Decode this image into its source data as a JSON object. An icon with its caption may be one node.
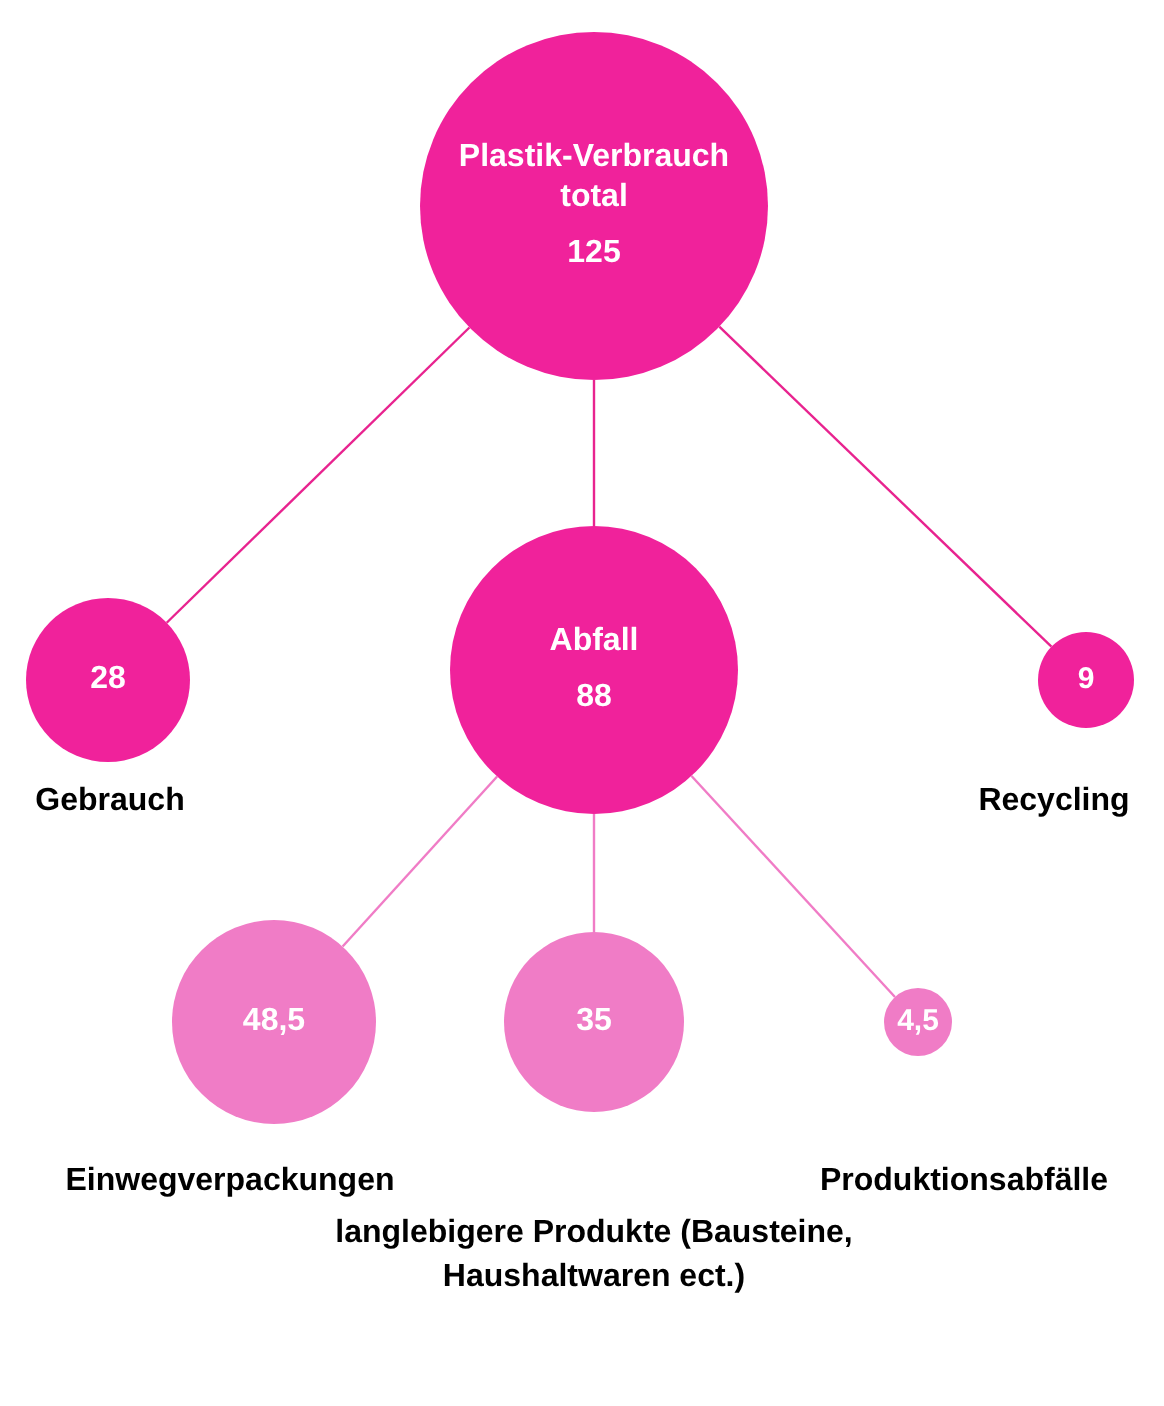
{
  "diagram": {
    "nodes": [
      {
        "text": [
          "Plastik-Verbrauch total",
          "125"
        ]
      },
      {
        "text": [
          "28"
        ],
        "beside": [
          "Gebrauch"
        ]
      },
      {
        "text": [
          "Abfall",
          "88"
        ]
      },
      {
        "text": [
          "9"
        ],
        "beside": [
          "Recycling"
        ]
      },
      {
        "text": [
          "48,5"
        ],
        "beside": [
          "Einwegverpackungen"
        ]
      },
      {
        "text": [
          "35"
        ],
        "beside": [
          "langlebigere Produkte (Bausteine, Haushaltwaren ect.)"
        ]
      },
      {
        "text": [
          "4,5"
        ],
        "beside": [
          "Produktionsabfälle"
        ]
      }
    ],
    "edges": [
      {
        "from": 0,
        "to": 1,
        "arrow": "none"
      },
      {
        "from": 0,
        "to": 2,
        "arrow": "none"
      },
      {
        "from": 0,
        "to": 3,
        "arrow": "none"
      },
      {
        "from": 2,
        "to": 4,
        "arrow": "none",
        "color": "#f07cc6"
      },
      {
        "from": 2,
        "to": 5,
        "arrow": "none",
        "color": "#f07cc6"
      },
      {
        "from": 2,
        "to": 6,
        "arrow": "none",
        "color": "#f07cc6"
      }
    ]
  }
}
